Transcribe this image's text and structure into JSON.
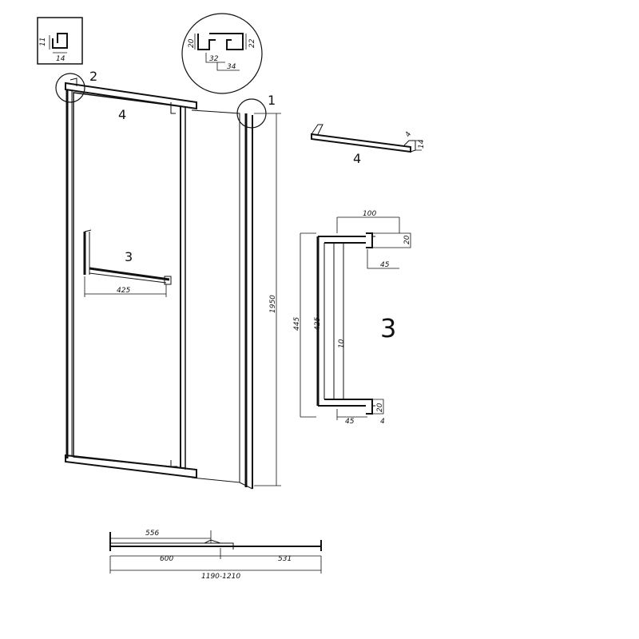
{
  "callouts": {
    "detail_1": "1",
    "detail_2": "2",
    "part_4": "4",
    "part_3": "3",
    "part_4_detail": "4",
    "part_3_detail": "3"
  },
  "detail_2_dims": {
    "height": "11",
    "width": "14"
  },
  "detail_1_dims": {
    "left": "20",
    "right": "22",
    "inner": "32",
    "outer": "34"
  },
  "handle_4_dims": {
    "thickness": "4",
    "depth": "14"
  },
  "handle_3_dims": {
    "width": "100",
    "top_height": "20",
    "top_offset": "45",
    "outer_length": "445",
    "inner_length": "425",
    "bar": "10",
    "bottom_offset": "45",
    "bottom_height": "20",
    "bottom_thickness": "4"
  },
  "front_dims": {
    "handle_span": "425",
    "total_height": "1950"
  },
  "plan_dims": {
    "door_inner": "556",
    "door": "600",
    "panel": "531",
    "total": "1190-1210"
  }
}
